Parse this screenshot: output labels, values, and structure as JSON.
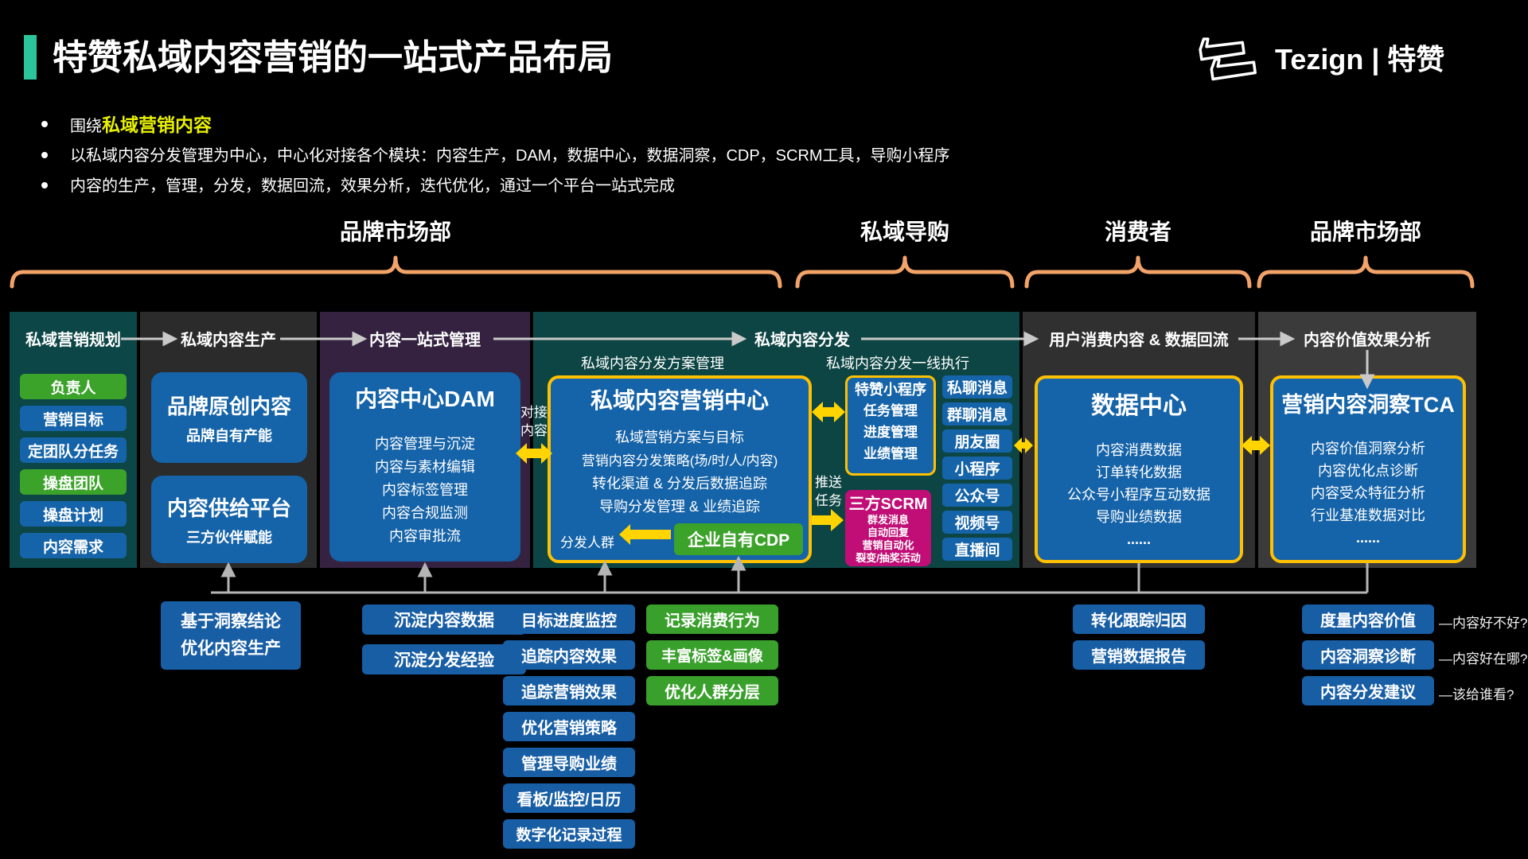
{
  "title": "特赞私域内容营销的一站式产品布局",
  "logo": {
    "text": "Tezign | 特赞"
  },
  "bullets": {
    "b1_prefix": "围绕",
    "b1_highlight": "私域营销内容",
    "b2": "以私域内容分发管理为中心，中心化对接各个模块：内容生产，DAM，数据中心，数据洞察，CDP，SCRM工具，导购小程序",
    "b3": "内容的生产，管理，分发，数据回流，效果分析，迭代优化，通过一个平台一站式完成"
  },
  "braces": [
    "品牌市场部",
    "私域导购",
    "消费者",
    "品牌市场部"
  ],
  "c1": {
    "header": "私域营销规划",
    "items": [
      "负责人",
      "营销目标",
      "定团队分任务",
      "操盘团队",
      "操盘计划",
      "内容需求"
    ]
  },
  "c2": {
    "header": "私域内容生产",
    "box1_title": "品牌原创内容",
    "box1_sub": "品牌自有产能",
    "box2_title": "内容供给平台",
    "box2_sub": "三方伙伴赋能"
  },
  "c3": {
    "header": "内容一站式管理",
    "title": "内容中心DAM",
    "items": [
      "内容管理与沉淀",
      "内容与素材编辑",
      "内容标签管理",
      "内容合规监测",
      "内容审批流"
    ]
  },
  "c4": {
    "header": "私域内容分发",
    "sub_left": "私域内容分发方案管理",
    "sub_right": "私域内容分发一线执行",
    "center_title": "私域内容营销中心",
    "center_items": [
      "私域营销方案与目标",
      "营销内容分发策略(场/时/人/内容)",
      "转化渠道 & 分发后数据追踪",
      "导购分发管理 & 业绩追踪"
    ],
    "audience": "分发人群",
    "cdp": "企业自有CDP",
    "link_label": "对接\n内容",
    "push_label": "推送\n任务",
    "miniapp_title": "特赞小程序",
    "miniapp_items": [
      "任务管理",
      "进度管理",
      "业绩管理"
    ],
    "scrm_title": "三方SCRM",
    "scrm_items": [
      "群发消息",
      "自动回复",
      "营销自动化",
      "裂变/抽奖活动"
    ],
    "channels": [
      "私聊消息",
      "群聊消息",
      "朋友圈",
      "小程序",
      "公众号",
      "视频号",
      "直播间"
    ]
  },
  "c5": {
    "header": "用户消费内容 & 数据回流",
    "title": "数据中心",
    "items": [
      "内容消费数据",
      "订单转化数据",
      "公众号小程序互动数据",
      "导购业绩数据",
      "......"
    ]
  },
  "c6": {
    "header": "内容价值效果分析",
    "title": "营销内容洞察TCA",
    "items": [
      "内容价值洞察分析",
      "内容优化点诊断",
      "内容受众特征分析",
      "行业基准数据对比",
      "......"
    ]
  },
  "footer": {
    "production_note": "基于洞察结论\n优化内容生产",
    "dam_notes": [
      "沉淀内容数据",
      "沉淀分发经验"
    ],
    "dist_notes": [
      "目标进度监控",
      "追踪内容效果",
      "追踪营销效果",
      "优化营销策略",
      "管理导购业绩",
      "看板/监控/日历",
      "数字化记录过程"
    ],
    "consumer_notes": [
      "记录消费行为",
      "丰富标签&画像",
      "优化人群分层"
    ],
    "data_notes": [
      "转化跟踪归因",
      "营销数据报告"
    ],
    "tca_notes": [
      "度量内容价值",
      "内容洞察诊断",
      "内容分发建议"
    ],
    "tca_annotations": [
      "—内容好不好?",
      "—内容好在哪?",
      "—该给谁看?"
    ]
  },
  "colors": {
    "accent": "#2BC49B",
    "gold": "#FFC000",
    "yellow": "#FFD400",
    "orange_brace": "#F2A369",
    "box_blue": "#1563A8",
    "green": "#3BA22A",
    "magenta": "#C00E76"
  }
}
